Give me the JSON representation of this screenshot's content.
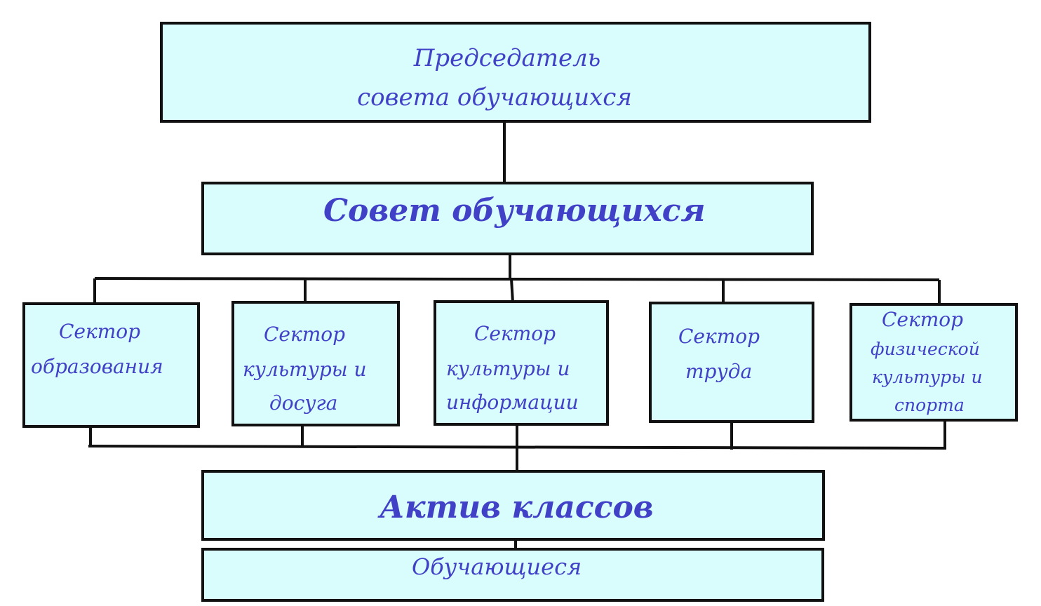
{
  "chairman": {
    "line1": "Председатель",
    "line2": "совета обучающихся"
  },
  "council": {
    "label": "Совет  обучающихся"
  },
  "sectors": [
    {
      "lines": [
        "Сектор",
        "образования"
      ]
    },
    {
      "lines": [
        "Сектор",
        "культуры и",
        "досуга"
      ]
    },
    {
      "lines": [
        "Сектор",
        "культуры и",
        "информации"
      ]
    },
    {
      "lines": [
        "Сектор",
        "труда"
      ]
    },
    {
      "lines": [
        "Сектор",
        "физической",
        "культуры и",
        "спорта"
      ]
    }
  ],
  "class_activists": {
    "label": "Актив  классов"
  },
  "students": {
    "label": "Обучающиеся"
  },
  "colors": {
    "box_fill": "#d9fcfc",
    "text": "#4141c8",
    "line": "#111111"
  }
}
